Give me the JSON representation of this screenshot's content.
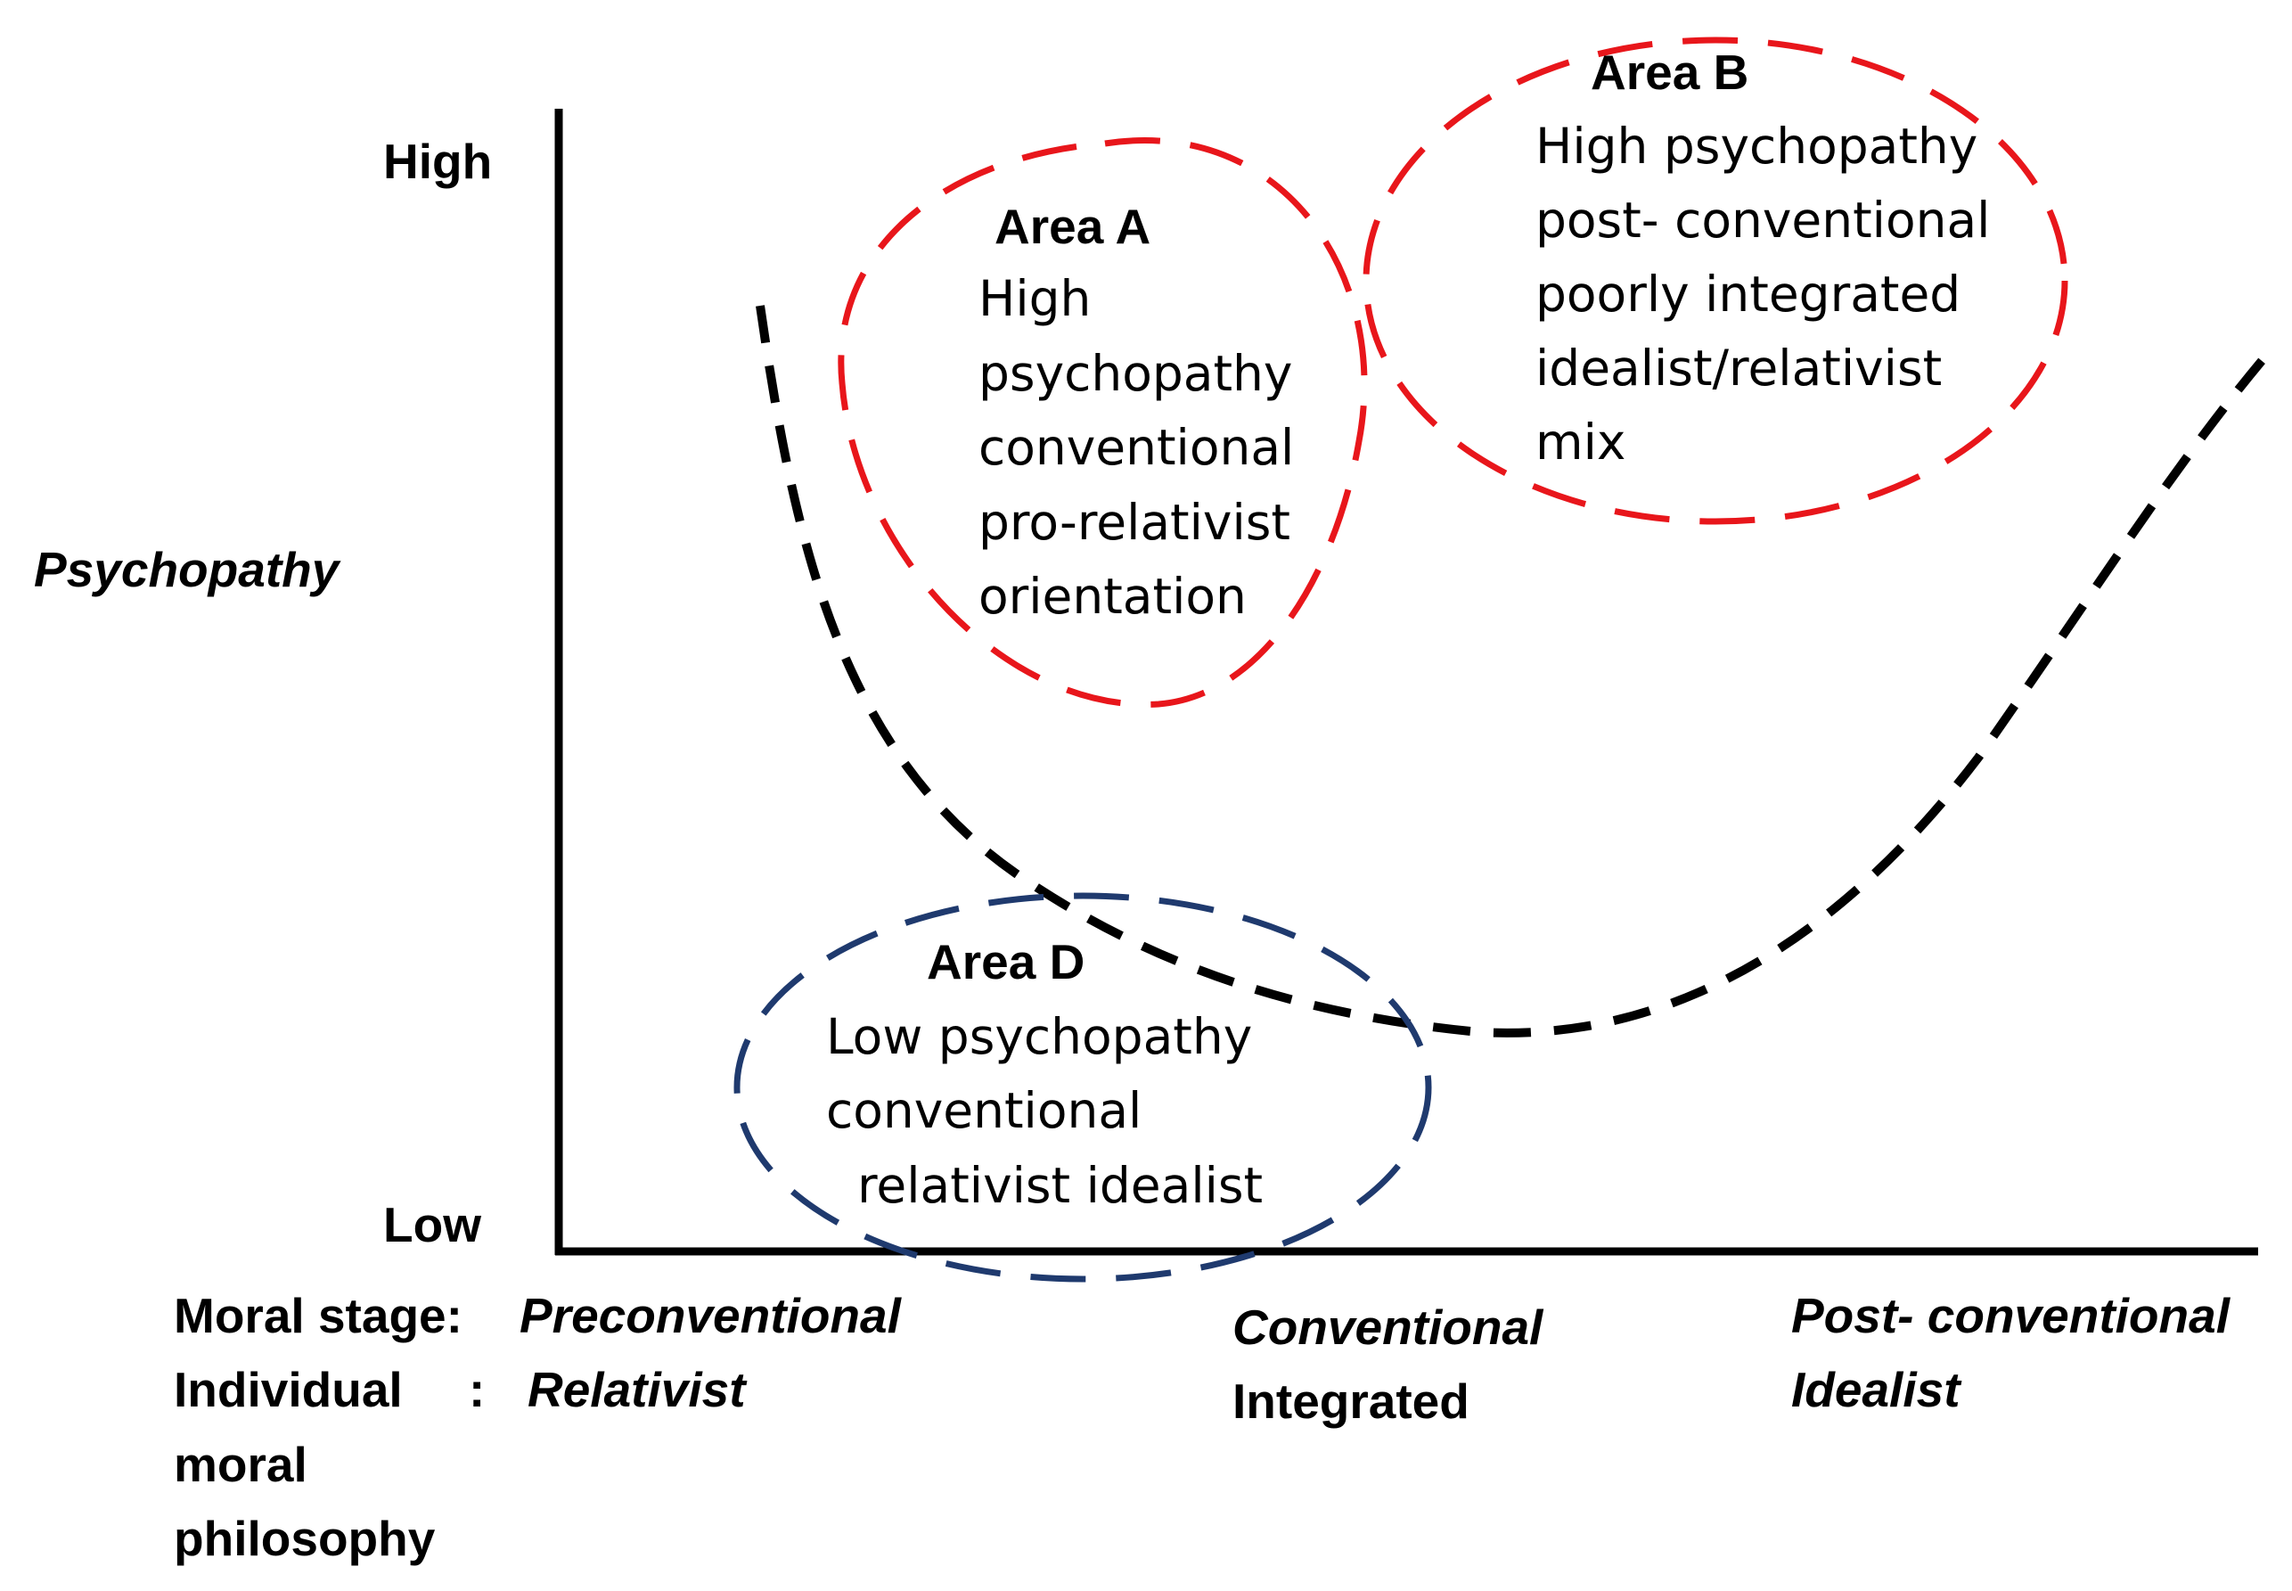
{
  "axes": {
    "y_high": "High",
    "y_low": "Low",
    "y_title": "Psychopathy"
  },
  "x_axis": {
    "row1_label": "Moral stage:",
    "row2_label_part1": "Individual",
    "row2_colon": ":",
    "row2_label_part2": "moral",
    "row2_label_part3": "philosophy",
    "preconventional": "Preconventional",
    "relativist": "Relativist",
    "conventional": "Conventional",
    "integrated": "Integrated",
    "postconventional": "Post- conventional",
    "idealist": "Idealist"
  },
  "areas": {
    "a": {
      "title": "Area A",
      "lines": [
        "High",
        "psychopathy",
        "conventional",
        "pro-relativist",
        "orientation"
      ],
      "color": "#e8161b"
    },
    "b": {
      "title": "Area B",
      "lines": [
        "High psychopathy",
        "post- conventional",
        "poorly integrated",
        "idealist/relativist",
        "mix"
      ],
      "color": "#e8161b"
    },
    "d": {
      "title": "Area D",
      "lines": [
        "Low psychopathy",
        "conventional",
        "relativist idealist"
      ],
      "color": "#1f3a6e"
    }
  },
  "curve_color": "#000000"
}
